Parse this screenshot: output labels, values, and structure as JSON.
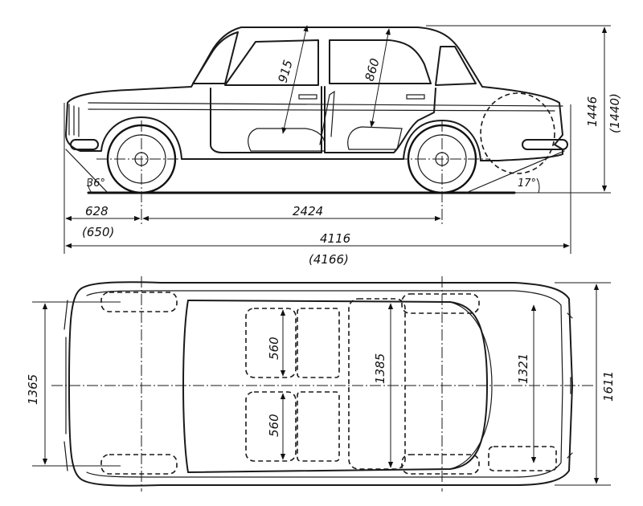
{
  "side_view": {
    "wheelbase": "2424",
    "front_overhang": "628",
    "front_overhang_alt": "(650)",
    "overall_length": "4116",
    "overall_length_alt": "(4166)",
    "height": "1446",
    "height_alt": "(1440)",
    "approach_angle": "36°",
    "departure_angle": "17°",
    "front_headroom": "915",
    "rear_headroom": "860"
  },
  "top_view": {
    "front_track": "1365",
    "overall_width": "1611",
    "rear_track": "1321",
    "interior_width": "1385",
    "front_seat_width_left": "560",
    "front_seat_width_right": "560"
  }
}
